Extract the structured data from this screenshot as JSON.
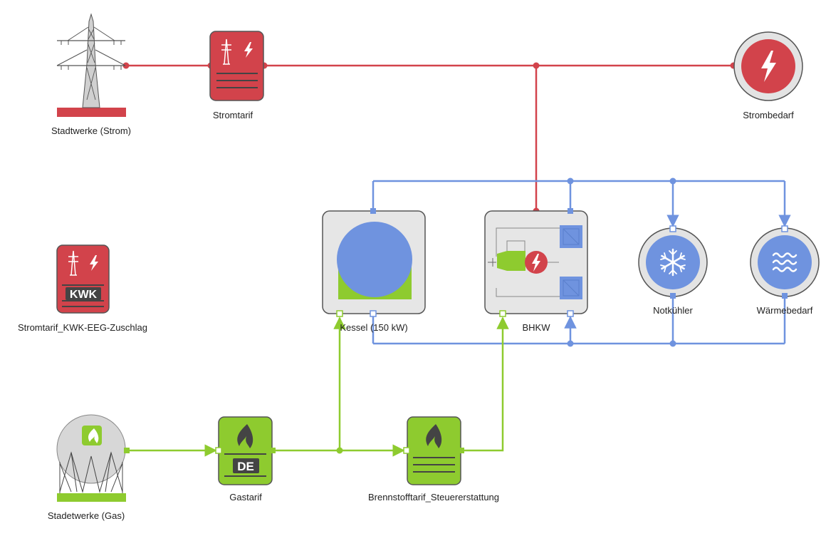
{
  "colors": {
    "electric": "#d2434b",
    "heat": "#6f93df",
    "gas": "#8ecb2f",
    "boxFill": "#e6e6e6",
    "boxStroke": "#555555",
    "dark": "#444444"
  },
  "nodes": {
    "stadtwerke_strom": {
      "label": "Stadtwerke (Strom)",
      "icon": "power-pylon-icon"
    },
    "stromtarif": {
      "label": "Stromtarif",
      "icon": "electric-tariff-icon"
    },
    "strombedarf": {
      "label": "Strombedarf",
      "icon": "lightning-bolt-icon"
    },
    "stromtarif_kwk": {
      "label": "Stromtarif_KWK-EEG-Zuschlag",
      "badge": "KWK",
      "icon": "electric-tariff-icon"
    },
    "kessel": {
      "label": "Kessel (150 kW)",
      "icon": "boiler-icon"
    },
    "bhkw": {
      "label": "BHKW",
      "icon": "chp-engine-icon"
    },
    "notkuehler": {
      "label": "Notkühler",
      "icon": "snowflake-icon"
    },
    "waermebedarf": {
      "label": "Wärmebedarf",
      "icon": "heat-waves-icon"
    },
    "stadtwerke_gas": {
      "label": "Stadetwerke (Gas)",
      "icon": "gas-tank-icon"
    },
    "gastarif": {
      "label": "Gastarif",
      "badge": "DE",
      "icon": "flame-icon"
    },
    "brennstofftarif": {
      "label": "Brennstofftarif_Steuererstattung",
      "icon": "flame-icon"
    }
  }
}
